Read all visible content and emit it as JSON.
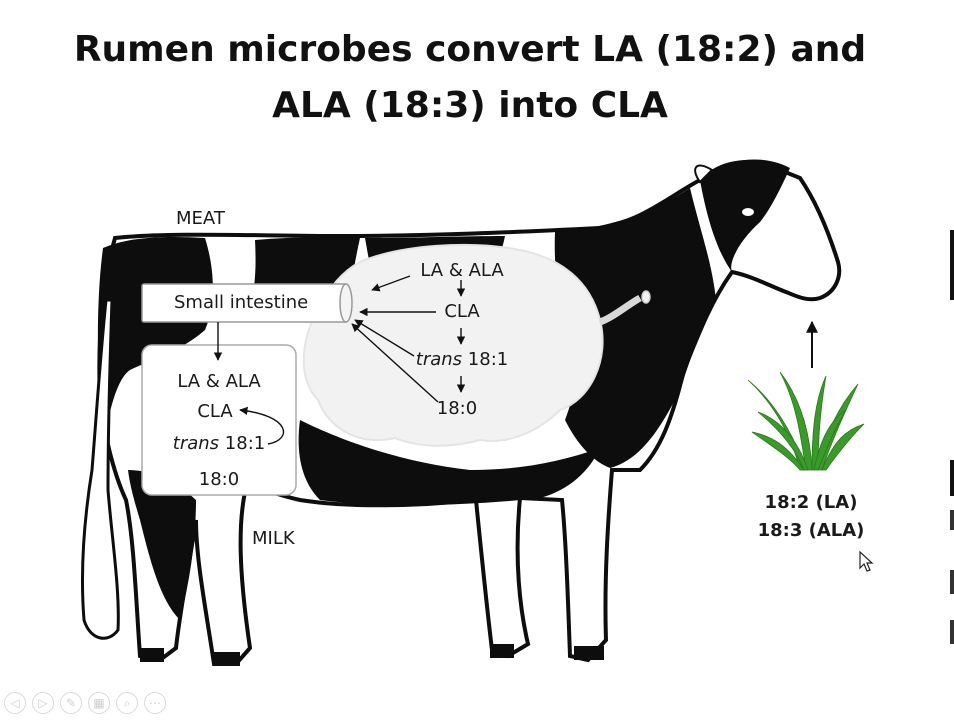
{
  "slide": {
    "title_line1": "Rumen microbes convert LA (18:2) and",
    "title_line2": "ALA (18:3) into CLA"
  },
  "labels": {
    "meat": "MEAT",
    "milk": "MILK",
    "small_intestine": "Small intestine",
    "rumen": {
      "la_ala": "LA & ALA",
      "cla": "CLA",
      "trans_word": "trans",
      "trans_rest": " 18:1",
      "stearic": "18:0"
    },
    "udder_box": {
      "la_ala": "LA & ALA",
      "cla": "CLA",
      "trans_word": "trans",
      "trans_rest": " 18:1",
      "stearic": "18:0"
    },
    "grass_la": "18:2 (LA)",
    "grass_ala": "18:3 (ALA)"
  },
  "toolbar": {
    "icons": [
      "prev-icon",
      "next-icon",
      "pen-icon",
      "slides-icon",
      "zoom-icon",
      "more-icon"
    ],
    "glyphs": [
      "◁",
      "▷",
      "✎",
      "▦",
      "⌕",
      "⋯"
    ]
  },
  "colors": {
    "cow_black": "#0d0d0d",
    "grass_green": "#3a9a2a",
    "rumen_fill": "#f2f2f2"
  }
}
